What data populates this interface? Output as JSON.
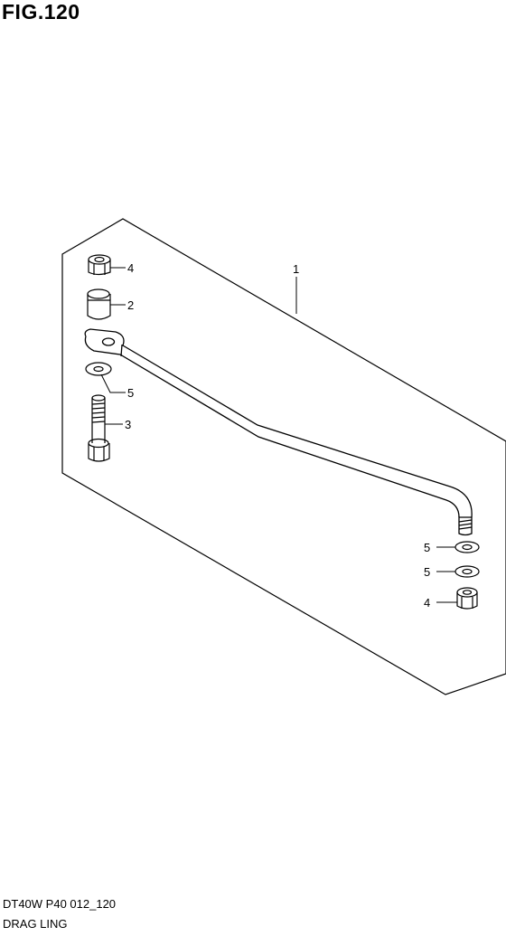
{
  "figure": {
    "title": "FIG.120",
    "footer_code": "DT40W P40 012_120",
    "footer_name": "DRAG LING"
  },
  "callouts": {
    "rod": "1",
    "collar": "2",
    "bolt": "3",
    "nut_top": "4",
    "washer_top": "5",
    "washer_bottom_1": "5",
    "washer_bottom_2": "5",
    "nut_bottom": "4"
  },
  "colors": {
    "line": "#000000",
    "background": "#ffffff"
  }
}
